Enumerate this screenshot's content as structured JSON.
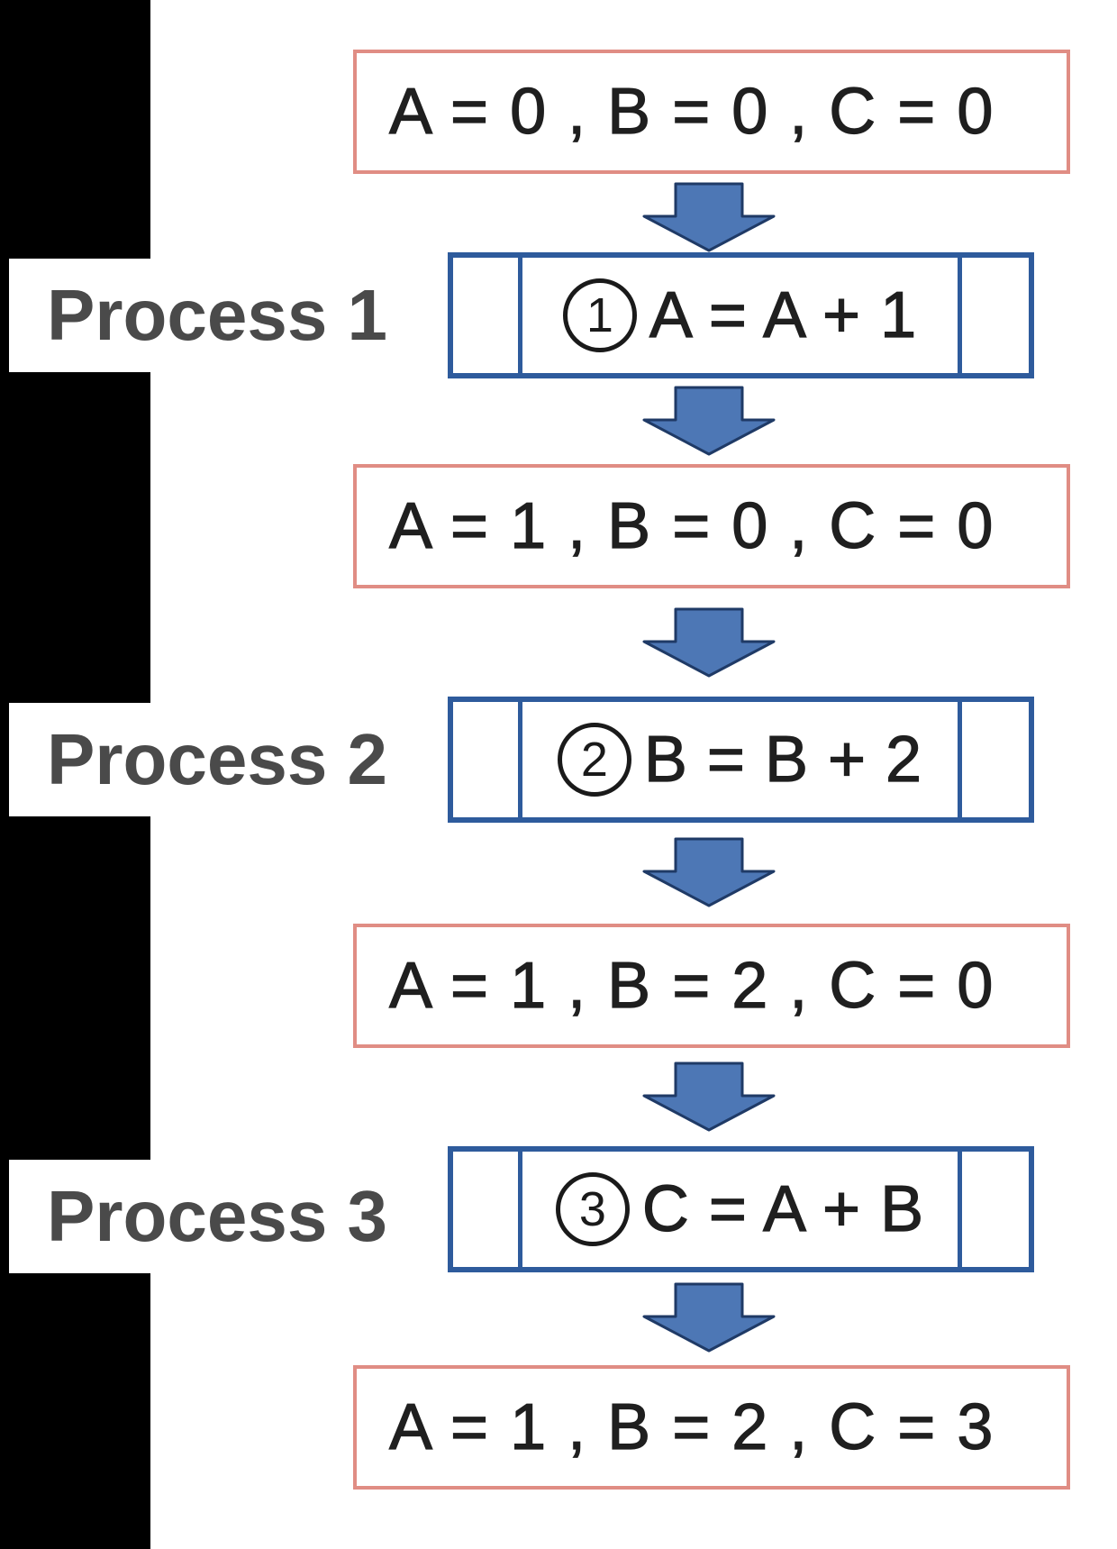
{
  "colors": {
    "state_border": "#e08d84",
    "process_border": "#2e5b9c",
    "arrow_fill": "#4d77b5",
    "arrow_outline": "#1f3a66",
    "label_text": "#4a4a4a",
    "equation_text": "#1f1f1f",
    "left_strip": "#000000"
  },
  "flow": {
    "states": [
      {
        "text": "A = 0 , B = 0 , C = 0"
      },
      {
        "text": "A = 1 , B = 0 , C = 0"
      },
      {
        "text": "A = 1 , B = 2 , C = 0"
      },
      {
        "text": "A = 1 , B = 2 , C = 3"
      }
    ],
    "processes": [
      {
        "label": "Process 1",
        "number": "1",
        "equation": "A = A + 1"
      },
      {
        "label": "Process 2",
        "number": "2",
        "equation": "B = B + 2"
      },
      {
        "label": "Process 3",
        "number": "3",
        "equation": "C = A + B"
      }
    ]
  }
}
